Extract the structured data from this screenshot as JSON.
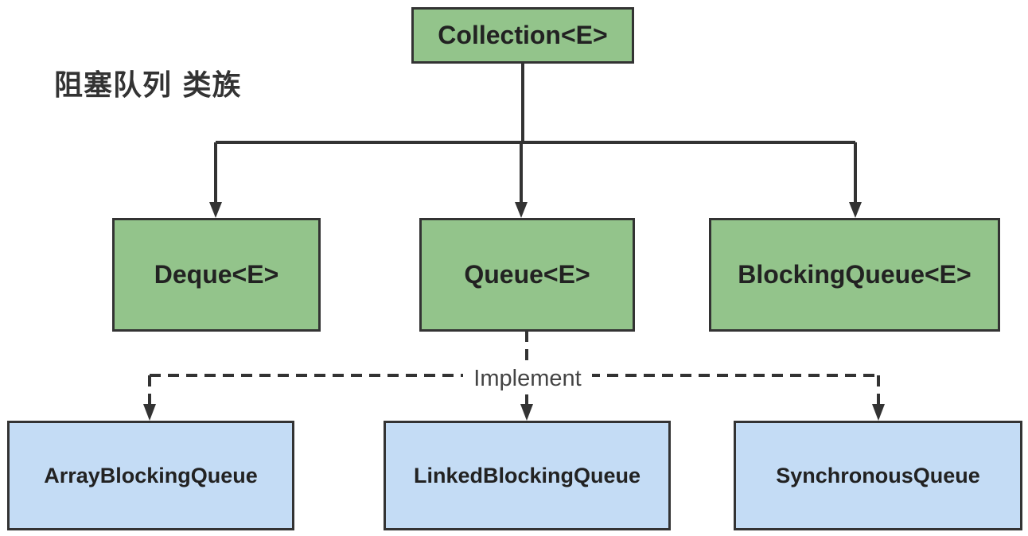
{
  "title": "阻塞队列 类族",
  "colors": {
    "interface_fill": "#93c48b",
    "class_fill": "#c4dcf5",
    "stroke": "#333333"
  },
  "nodes": {
    "collection": "Collection<E>",
    "deque": "Deque<E>",
    "queue": "Queue<E>",
    "blocking_queue": "BlockingQueue<E>",
    "array_blocking_queue": "ArrayBlockingQueue",
    "linked_blocking_queue": "LinkedBlockingQueue",
    "synchronous_queue": "SynchronousQueue"
  },
  "edges": [
    {
      "from": "collection",
      "to": "deque",
      "style": "solid"
    },
    {
      "from": "collection",
      "to": "queue",
      "style": "solid"
    },
    {
      "from": "collection",
      "to": "blocking_queue",
      "style": "solid"
    },
    {
      "from": "queue",
      "to": "array_blocking_queue",
      "style": "dashed"
    },
    {
      "from": "queue",
      "to": "linked_blocking_queue",
      "style": "dashed"
    },
    {
      "from": "queue",
      "to": "synchronous_queue",
      "style": "dashed"
    }
  ],
  "implement_label": "Implement"
}
